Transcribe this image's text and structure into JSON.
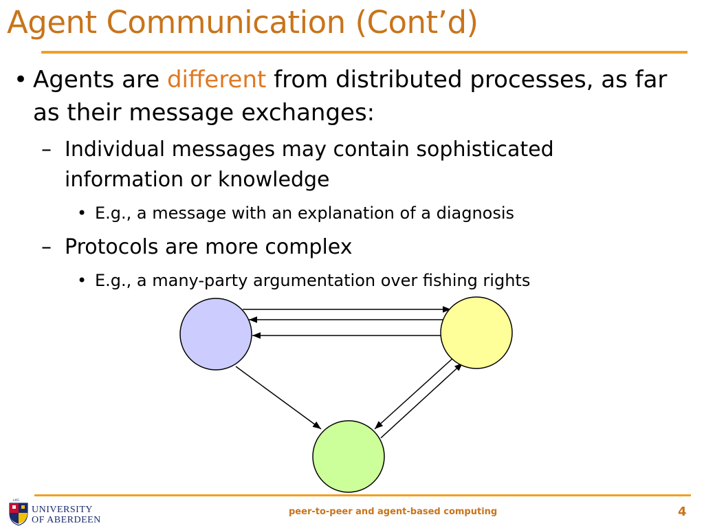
{
  "slide": {
    "title": "Agent Communication (Cont’d)",
    "bullets": {
      "main_pre": "Agents are ",
      "main_accent": "different",
      "main_post": " from distributed processes, as far as their message exchanges:",
      "sub1": "Individual messages may contain sophisticated information or knowledge",
      "sub1_example": "E.g., a message with an explanation of a diagnosis",
      "sub2": "Protocols are more complex",
      "sub2_example": "E.g., a many-party  argumentation over fishing rights"
    },
    "bullet_glyph": "•",
    "dash_glyph": "–",
    "colors": {
      "title": "#c8741a",
      "accent": "#e07820",
      "rule": "#f0a020",
      "node_blue": "#ccccff",
      "node_yellow": "#ffff99",
      "node_green": "#ccff99"
    }
  },
  "footer": {
    "logo_line1": "UNIVERSITY",
    "logo_line2": "OF ABERDEEN",
    "logo_year": "1495",
    "caption": "peer-to-peer and agent-based computing",
    "page_number": "4"
  }
}
